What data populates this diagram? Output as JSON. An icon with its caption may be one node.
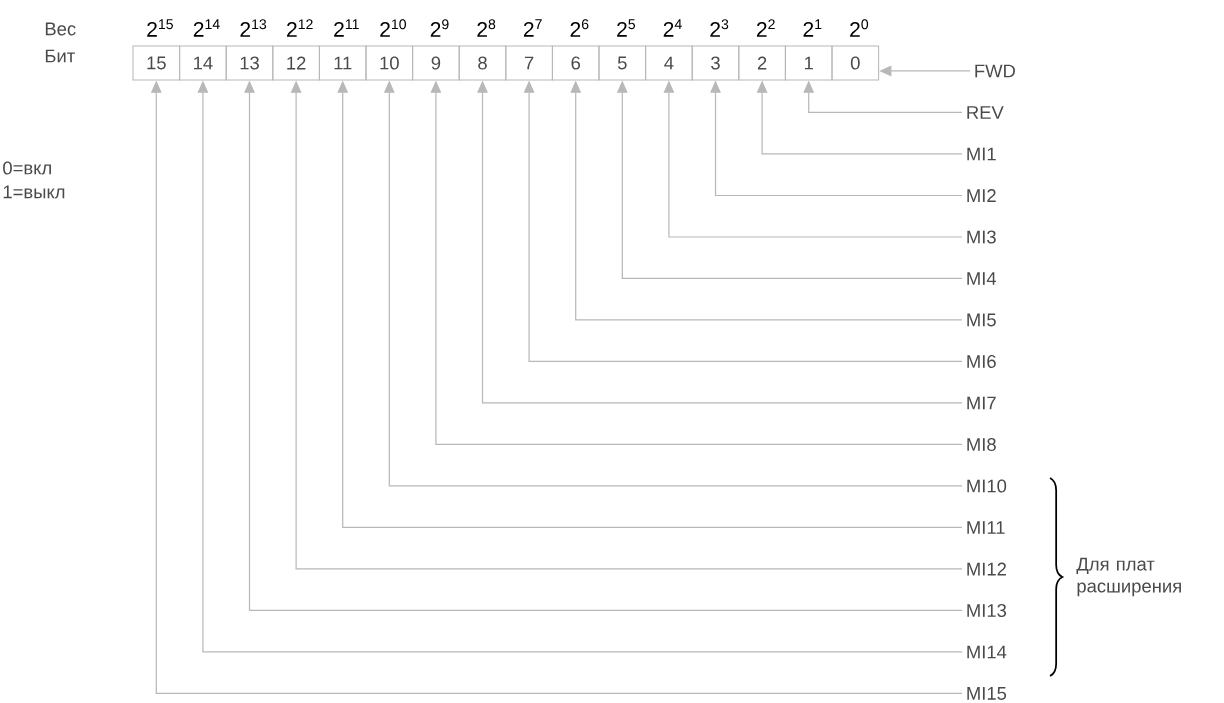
{
  "diagram": {
    "nodes": [
      {
        "text": [
          "15"
        ]
      },
      {
        "text": [
          "14"
        ]
      },
      {
        "text": [
          "13"
        ]
      },
      {
        "text": [
          "12"
        ]
      },
      {
        "text": [
          "11"
        ]
      },
      {
        "text": [
          "10"
        ]
      },
      {
        "text": [
          "9"
        ]
      },
      {
        "text": [
          "8"
        ]
      },
      {
        "text": [
          "7"
        ]
      },
      {
        "text": [
          "6"
        ]
      },
      {
        "text": [
          "5"
        ]
      },
      {
        "text": [
          "4"
        ]
      },
      {
        "text": [
          "3"
        ]
      },
      {
        "text": [
          "2"
        ]
      },
      {
        "text": [
          "1"
        ]
      },
      {
        "text": [
          "0"
        ]
      },
      {
        "text": [
          "FWD"
        ]
      },
      {
        "text": [
          "REV"
        ]
      },
      {
        "text": [
          "MI1"
        ]
      },
      {
        "text": [
          "MI2"
        ]
      },
      {
        "text": [
          "MI3"
        ]
      },
      {
        "text": [
          "MI4"
        ]
      },
      {
        "text": [
          "MI5"
        ]
      },
      {
        "text": [
          "MI6"
        ]
      },
      {
        "text": [
          "MI7"
        ]
      },
      {
        "text": [
          "MI8"
        ]
      },
      {
        "text": [
          "MI10"
        ]
      },
      {
        "text": [
          "MI11"
        ]
      },
      {
        "text": [
          "MI12"
        ]
      },
      {
        "text": [
          "MI13"
        ]
      },
      {
        "text": [
          "MI14"
        ]
      },
      {
        "text": [
          "MI15"
        ]
      }
    ],
    "edges": [
      {
        "from": 16,
        "to": 15,
        "arrow": "to"
      },
      {
        "from": 17,
        "to": 14,
        "arrow": "to"
      },
      {
        "from": 18,
        "to": 13,
        "arrow": "to"
      },
      {
        "from": 19,
        "to": 12,
        "arrow": "to"
      },
      {
        "from": 20,
        "to": 11,
        "arrow": "to"
      },
      {
        "from": 21,
        "to": 10,
        "arrow": "to"
      },
      {
        "from": 22,
        "to": 9,
        "arrow": "to"
      },
      {
        "from": 23,
        "to": 8,
        "arrow": "to"
      },
      {
        "from": 24,
        "to": 7,
        "arrow": "to"
      },
      {
        "from": 25,
        "to": 6,
        "arrow": "to"
      },
      {
        "from": 26,
        "to": 5,
        "arrow": "to"
      },
      {
        "from": 27,
        "to": 4,
        "arrow": "to"
      },
      {
        "from": 28,
        "to": 3,
        "arrow": "to"
      },
      {
        "from": 29,
        "to": 2,
        "arrow": "to"
      },
      {
        "from": 30,
        "to": 1,
        "arrow": "to"
      },
      {
        "from": 31,
        "to": 0,
        "arrow": "to"
      }
    ],
    "labels": [
      "Вес",
      "Бит",
      "2$^{15}$",
      "2$^{14}$",
      "2$^{13}$",
      "2$^{12}$",
      "2$^{11}$",
      "2$^{10}$",
      "2$^{9}$",
      "2$^{8}$",
      "2$^{7}$",
      "2$^{6}$",
      "2$^{5}$",
      "2$^{4}$",
      "2$^{3}$",
      "2$^{2}$",
      "2$^{1}$",
      "2$^{0}$",
      "0=вкл",
      "1=выкл",
      "Для плат расширения"
    ]
  }
}
